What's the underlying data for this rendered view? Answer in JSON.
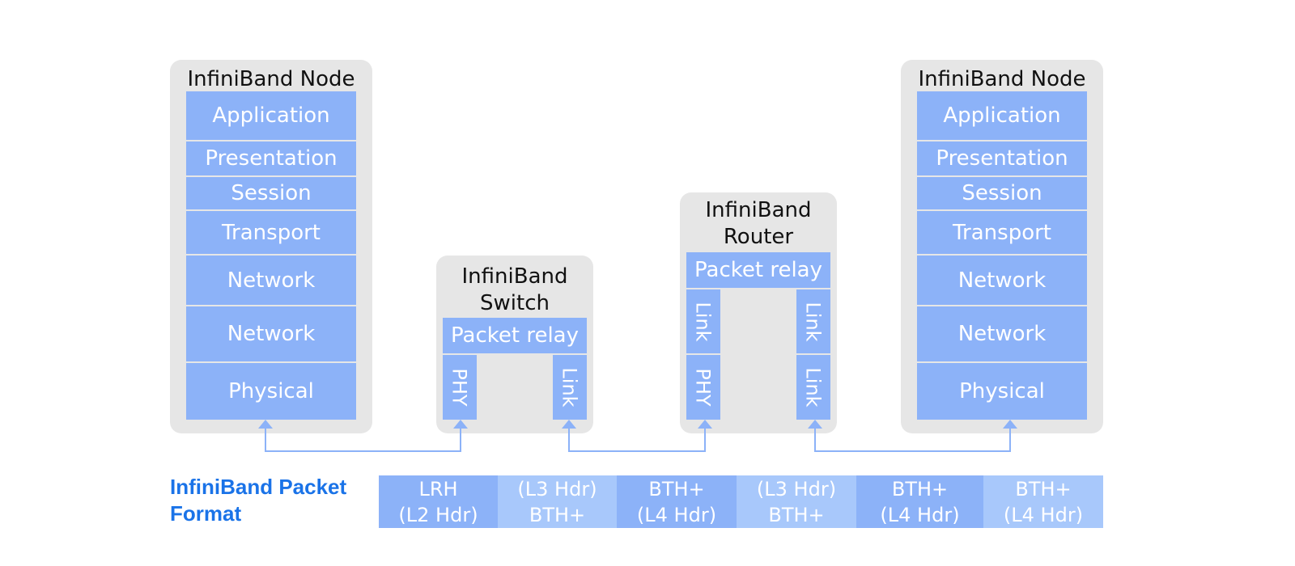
{
  "colors": {
    "layer_fill": "#8cb2f8",
    "layer_fill_light": "#a8c8fb",
    "box_fill": "#e6e6e6",
    "link_line": "#8cb2f8",
    "label_accent": "#1a73e8"
  },
  "left_node": {
    "title": "InfiniBand Node",
    "layers": [
      "Application",
      "Presentation",
      "Session",
      "Transport",
      "Network",
      "Network",
      "Physical"
    ]
  },
  "switch": {
    "title": "InfiniBand\nSwitch",
    "relay": "Packet relay",
    "left_port": "PHY",
    "right_port": "Link"
  },
  "router": {
    "title": "InfiniBand\nRouter",
    "relay": "Packet relay",
    "left_upper": "Link",
    "left_lower": "PHY",
    "right_upper": "Link",
    "right_lower": "Link"
  },
  "right_node": {
    "title": "InfiniBand Node",
    "layers": [
      "Application",
      "Presentation",
      "Session",
      "Transport",
      "Network",
      "Network",
      "Physical"
    ]
  },
  "packet_format": {
    "label": "InfiniBand Packet\nFormat",
    "segments": [
      "LRH\n(L2 Hdr)",
      "(L3 Hdr)\nBTH+",
      "BTH+\n(L4 Hdr)",
      "(L3 Hdr)\nBTH+",
      "BTH+\n(L4 Hdr)",
      "BTH+\n(L4 Hdr)"
    ]
  }
}
